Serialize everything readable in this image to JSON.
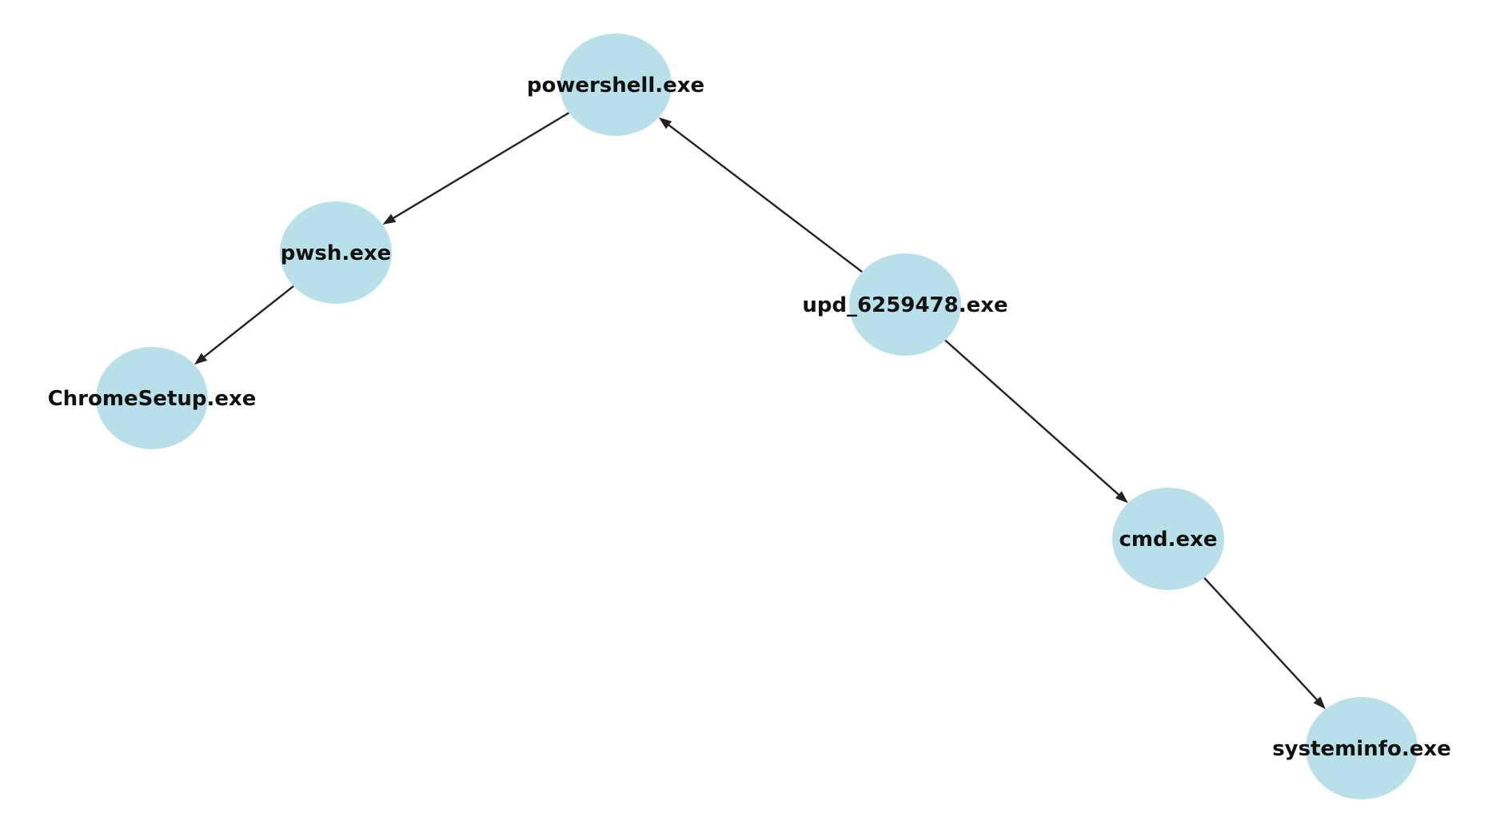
{
  "graph": {
    "directed": true,
    "node_color": "#b9dfe9",
    "edge_color": "#222222",
    "nodes": [
      {
        "id": "powershell",
        "label": "powershell.exe"
      },
      {
        "id": "pwsh",
        "label": "pwsh.exe"
      },
      {
        "id": "chromesetup",
        "label": "ChromeSetup.exe"
      },
      {
        "id": "upd",
        "label": "upd_6259478.exe"
      },
      {
        "id": "cmd",
        "label": "cmd.exe"
      },
      {
        "id": "systeminfo",
        "label": "systeminfo.exe"
      }
    ],
    "edges": [
      {
        "from": "powershell",
        "to": "pwsh"
      },
      {
        "from": "pwsh",
        "to": "chromesetup"
      },
      {
        "from": "upd",
        "to": "powershell"
      },
      {
        "from": "upd",
        "to": "cmd"
      },
      {
        "from": "cmd",
        "to": "systeminfo"
      }
    ]
  }
}
